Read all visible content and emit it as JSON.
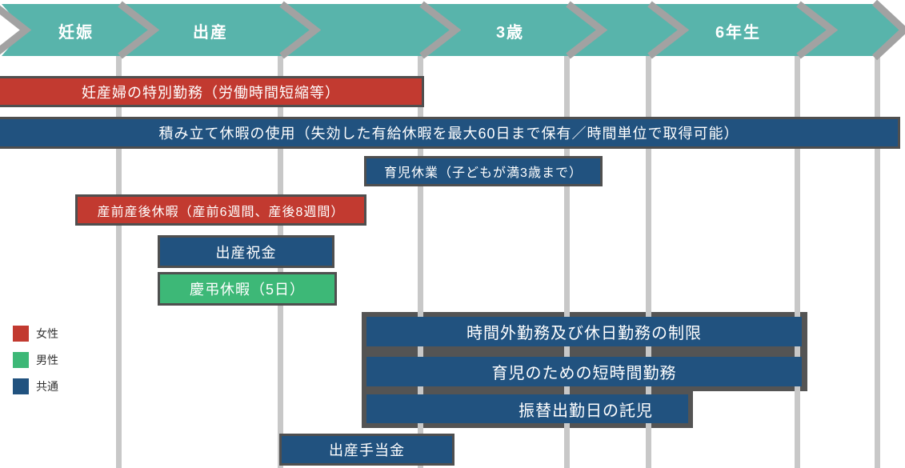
{
  "timeline": {
    "segments": [
      {
        "label": "妊娠"
      },
      {
        "label": "出産"
      },
      {
        "label": ""
      },
      {
        "label": "3歳"
      },
      {
        "label": ""
      },
      {
        "label": "6年生"
      },
      {
        "label": ""
      }
    ]
  },
  "bars": [
    {
      "label": "妊産婦の特別勤務（労働時間短縮等）",
      "category": "female"
    },
    {
      "label": "積み立て休暇の使用（失効した有給休暇を最大60日まで保有／時間単位で取得可能）",
      "category": "common"
    },
    {
      "label": "育児休業（子どもが満3歳まで）",
      "category": "common"
    },
    {
      "label": "産前産後休暇（産前6週間、産後8週間）",
      "category": "female"
    },
    {
      "label": "出産祝金",
      "category": "common"
    },
    {
      "label": "慶弔休暇（5日）",
      "category": "male"
    },
    {
      "label": "時間外勤務及び休日勤務の制限",
      "category": "common"
    },
    {
      "label": "育児のための短時間勤務",
      "category": "common"
    },
    {
      "label": "振替出勤日の託児",
      "category": "common"
    },
    {
      "label": "出産手当金",
      "category": "common"
    }
  ],
  "legend": {
    "items": [
      {
        "label": "女性",
        "category": "female",
        "color": "#c23a30"
      },
      {
        "label": "男性",
        "category": "male",
        "color": "#3db877"
      },
      {
        "label": "共通",
        "category": "common",
        "color": "#21527f"
      }
    ]
  },
  "colors": {
    "female": "#c23a30",
    "male": "#3db877",
    "common": "#21527f",
    "timeline_band": "#58b4ab",
    "separator_gray": "#a2a2a2",
    "grid_line_gray": "#c8c8c8",
    "bar_shadow": "#4f4f4f"
  }
}
